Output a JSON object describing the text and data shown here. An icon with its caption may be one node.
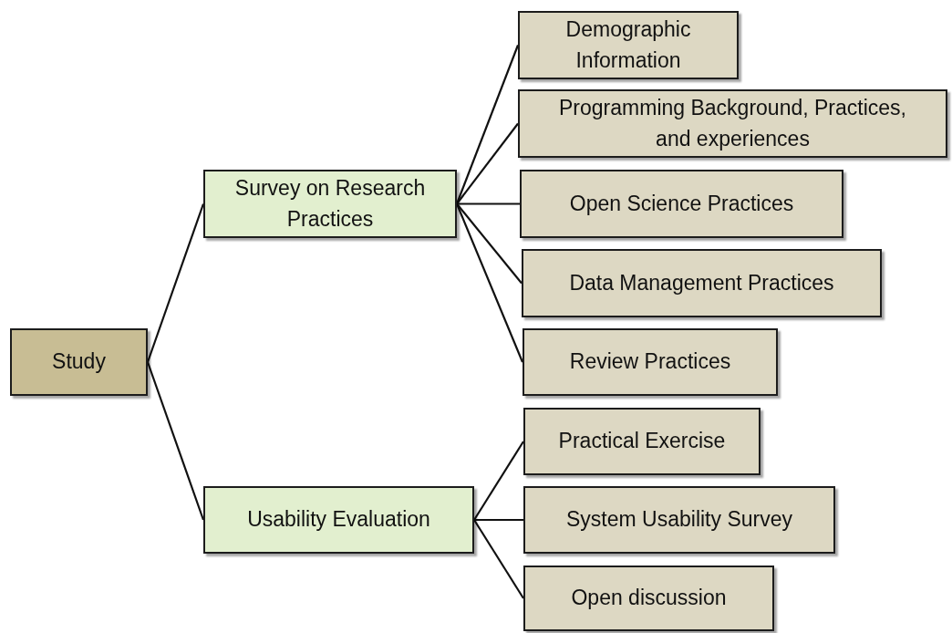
{
  "diagram": {
    "nodes": [
      {
        "text": [
          "Study"
        ]
      },
      {
        "text": [
          "Survey on Research Practices"
        ]
      },
      {
        "text": [
          "Demographic Information"
        ]
      },
      {
        "text": [
          "Programming Background, Practices, and experiences"
        ]
      },
      {
        "text": [
          "Open Science Practices"
        ]
      },
      {
        "text": [
          "Data Management Practices"
        ]
      },
      {
        "text": [
          "Review Practices"
        ]
      },
      {
        "text": [
          "Usability Evaluation"
        ]
      },
      {
        "text": [
          "Practical Exercise"
        ]
      },
      {
        "text": [
          "System Usability Survey"
        ]
      },
      {
        "text": [
          "Open discussion"
        ]
      }
    ],
    "edges": [
      {
        "from": 0,
        "to": 1,
        "arrow": "none"
      },
      {
        "from": 0,
        "to": 7,
        "arrow": "none"
      },
      {
        "from": 1,
        "to": 2,
        "arrow": "none"
      },
      {
        "from": 1,
        "to": 3,
        "arrow": "none"
      },
      {
        "from": 1,
        "to": 4,
        "arrow": "none"
      },
      {
        "from": 1,
        "to": 5,
        "arrow": "none"
      },
      {
        "from": 1,
        "to": 6,
        "arrow": "none"
      },
      {
        "from": 7,
        "to": 8,
        "arrow": "none"
      },
      {
        "from": 7,
        "to": 9,
        "arrow": "none"
      },
      {
        "from": 7,
        "to": 10,
        "arrow": "none"
      }
    ]
  }
}
